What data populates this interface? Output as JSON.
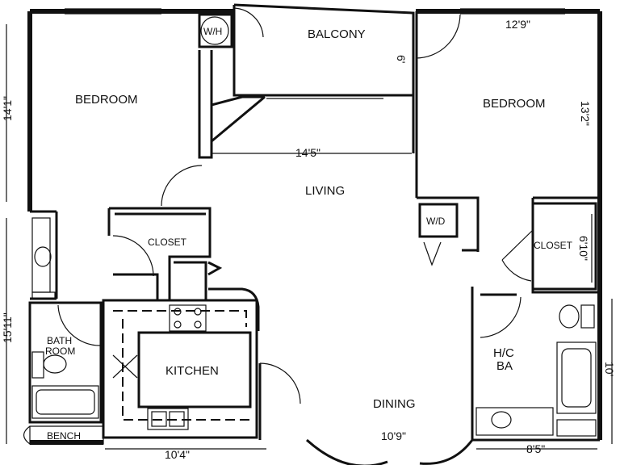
{
  "rooms": {
    "bedroom_left": "BEDROOM",
    "balcony": "BALCONY",
    "bedroom_right": "BEDROOM",
    "living": "LIVING",
    "closet_left": "CLOSET",
    "closet_right": "CLOSET",
    "kitchen": "KITCHEN",
    "bath_line1": "BATH",
    "bath_line2": "ROOM",
    "hc_line1": "H/C",
    "hc_line2": "BA",
    "dining": "DINING",
    "bench": "BENCH"
  },
  "fixtures": {
    "water_heater": "W/H",
    "washer_dryer": "W/D"
  },
  "dimensions": {
    "left_bedroom_depth": "14'1\"",
    "left_lower_depth": "15'11\"",
    "balcony_depth": "6'",
    "right_bedroom_width": "12'9\"",
    "right_bedroom_depth": "13'2\"",
    "living_width": "14'5\"",
    "closet_depth": "6'10\"",
    "right_lower_depth": "10'",
    "kitchen_width": "10'4\"",
    "dining_width": "10'9\"",
    "bath_width": "8'5\""
  }
}
